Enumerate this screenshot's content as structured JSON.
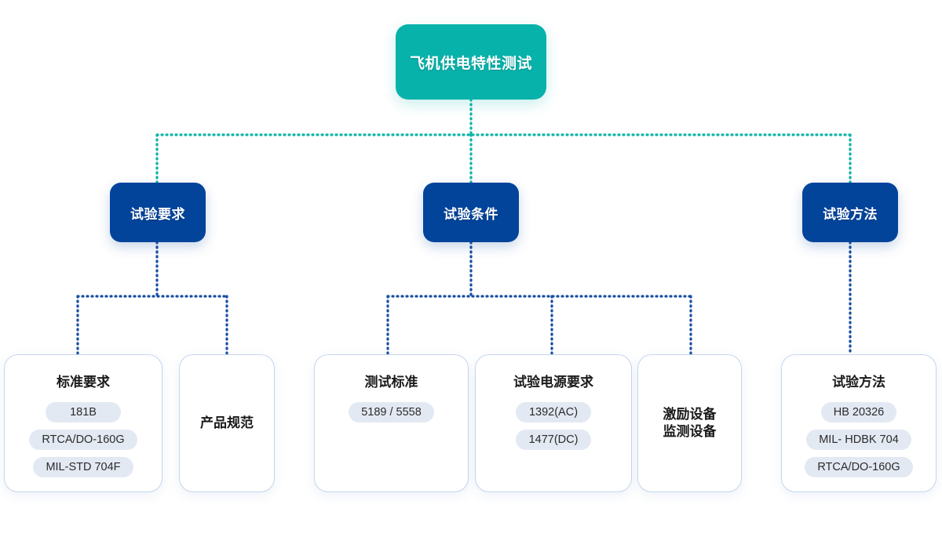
{
  "diagram": {
    "title": "飞机供电特性测试",
    "colors": {
      "root": "#07b2aa",
      "level2": "#03449b",
      "card_border": "#c6d6ec",
      "pill_bg": "#e3e9f3",
      "connector_top": "#0cb3a6",
      "connector_mid": "#174ea2",
      "background": "#ffffff"
    },
    "root": {
      "label": "飞机供电特性测试"
    },
    "branches": [
      {
        "label": "试验要求"
      },
      {
        "label": "试验条件"
      },
      {
        "label": "试验方法"
      }
    ],
    "cards": [
      {
        "title": "标准要求",
        "items": [
          "181B",
          "RTCA/DO-160G",
          "MIL-STD 704F"
        ]
      },
      {
        "title": "产品规范",
        "items": []
      },
      {
        "title": "测试标准",
        "items": [
          "5189 / 5558"
        ]
      },
      {
        "title": "试验电源要求",
        "items": [
          "1392(AC)",
          "1477(DC)"
        ]
      },
      {
        "title_line1": "激励设备",
        "title_line2": "监测设备",
        "items": []
      },
      {
        "title": "试验方法",
        "items": [
          "HB 20326",
          "MIL- HDBK 704",
          "RTCA/DO-160G"
        ]
      }
    ]
  }
}
